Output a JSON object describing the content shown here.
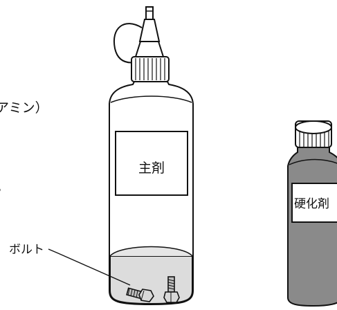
{
  "partial_text_top": "アミン）",
  "partial_text_mid": "。",
  "bottle_main": {
    "label": "主剤"
  },
  "bottle_hardener": {
    "label": "硬化剤"
  },
  "callout": {
    "label": "ボルト"
  },
  "colors": {
    "outline": "#111111",
    "liquid": "#dcdcdc",
    "hardener_body": "#8a8a8a",
    "label_bg": "#ffffff"
  }
}
